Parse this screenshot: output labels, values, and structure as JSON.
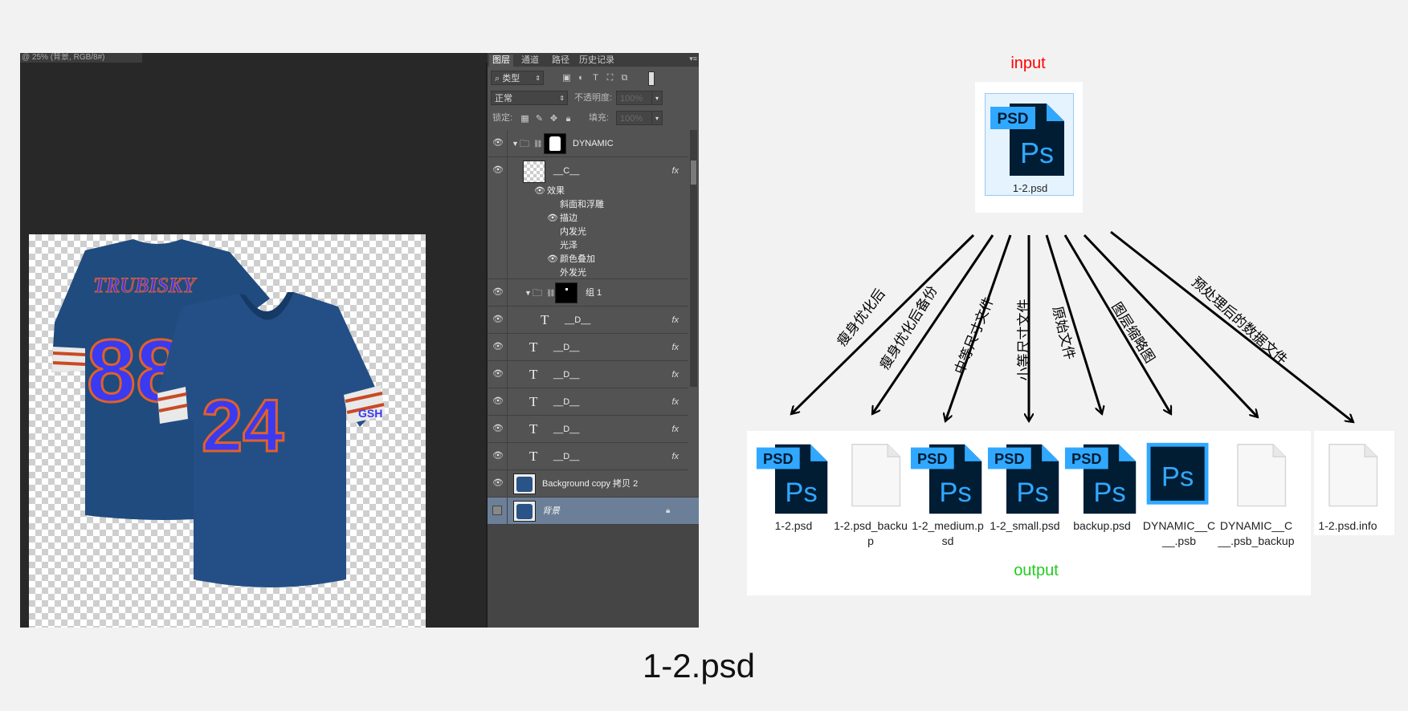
{
  "document_tab": "@ 25% (背景, RGB/8#)",
  "panel": {
    "tabs": [
      "图层",
      "通道",
      "路径",
      "历史记录"
    ],
    "filter_kind": "类型",
    "blend_mode": "正常",
    "opacity_label": "不透明度:",
    "opacity_value": "100%",
    "lock_label": "锁定:",
    "fill_label": "填充:",
    "fill_value": "100%"
  },
  "layers": {
    "dynamic_group": "DYNAMIC",
    "c_layer": "__C__",
    "effects_header": "效果",
    "effects": [
      "斜面和浮雕",
      "描边",
      "内发光",
      "光泽",
      "颜色叠加",
      "外发光"
    ],
    "group1": "组 1",
    "text_layers": [
      "__D__",
      "__D__",
      "__D__",
      "__D__",
      "__D__",
      "__D__"
    ],
    "fx": "fx",
    "bg_copy": "Background copy 拷贝 2",
    "background": "背景"
  },
  "jersey": {
    "back_name": "TRUBISKY",
    "back_number": "88",
    "front_number": "24",
    "sleeve_text": "GSH",
    "colors": {
      "jersey": "#1e4f86",
      "number_fill": "#3a3af0",
      "number_outline": "#e0602a"
    }
  },
  "diagram": {
    "input_label": "input",
    "input_file": {
      "name": "1-2.psd",
      "badge": "PSD",
      "logo": "Ps"
    },
    "arrow_labels": [
      "瘦身优化后",
      "瘦身优化后备份",
      "中等尺寸文件",
      "小等尺寸文件",
      "原始文件",
      "图层缩略图",
      "预处理后的数据文件"
    ],
    "output_files": [
      {
        "name": "1-2.psd",
        "icon": "psd-icon"
      },
      {
        "name": "1-2.psd_backup",
        "icon": "blank-file-icon"
      },
      {
        "name": "1-2_medium.psd",
        "icon": "psd-icon"
      },
      {
        "name": "1-2_small.psd",
        "icon": "psd-icon"
      },
      {
        "name": "backup.psd",
        "icon": "psd-icon"
      },
      {
        "name": "DYNAMIC__C__.psb",
        "icon": "psb-icon"
      },
      {
        "name": "DYNAMIC__C__.psb_backup",
        "icon": "blank-file-icon"
      },
      {
        "name": "1-2.psd.info",
        "icon": "blank-file-icon"
      }
    ],
    "output_label": "output",
    "colors": {
      "input_label": "#ff0000",
      "output_label": "#22cc22",
      "psd_dark": "#001d34",
      "psd_cyan": "#31a8ff"
    }
  },
  "caption": "1-2.psd"
}
